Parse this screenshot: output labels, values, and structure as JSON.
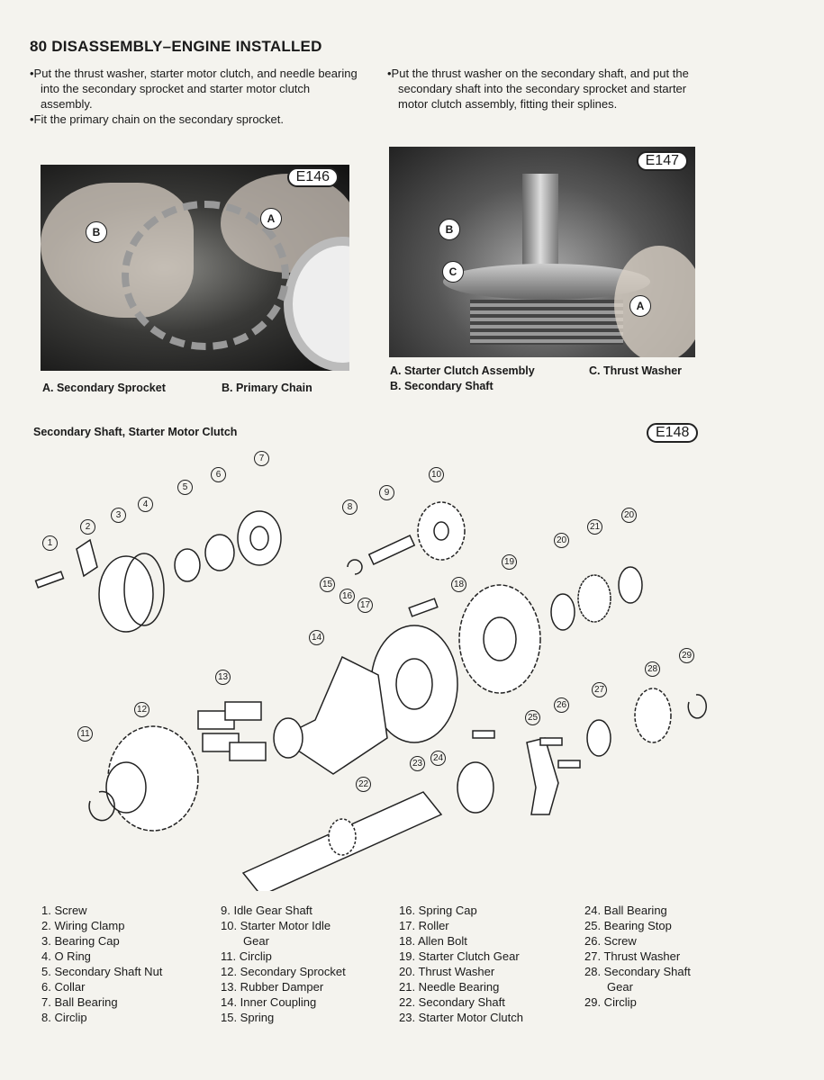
{
  "header": {
    "title": "80 DISASSEMBLY–ENGINE INSTALLED"
  },
  "instructions": {
    "left": [
      "•Put the thrust washer, starter motor clutch, and needle bearing into the secondary sprocket and starter motor clutch assembly.",
      "•Fit the primary chain on the secondary sprocket."
    ],
    "right": [
      "•Put the thrust washer on the secondary shaft, and put the secondary shaft into the secondary sprocket and starter motor clutch assembly, fitting their splines."
    ]
  },
  "figures": {
    "e146": {
      "id": "E146",
      "markers": [
        "A",
        "B"
      ],
      "captions": [
        "A. Secondary Sprocket",
        "B. Primary Chain"
      ]
    },
    "e147": {
      "id": "E147",
      "markers": [
        "A",
        "B",
        "C"
      ],
      "captions": [
        "A. Starter Clutch Assembly",
        "B. Secondary Shaft",
        "C. Thrust Washer"
      ]
    },
    "e148": {
      "id": "E148",
      "title": "Secondary Shaft, Starter Motor Clutch",
      "callouts": [
        "1",
        "2",
        "3",
        "4",
        "5",
        "6",
        "7",
        "8",
        "9",
        "10",
        "11",
        "12",
        "13",
        "14",
        "15",
        "16",
        "17",
        "18",
        "19",
        "20",
        "21",
        "20",
        "22",
        "23",
        "24",
        "25",
        "26",
        "27",
        "28",
        "29"
      ]
    }
  },
  "legend": {
    "col1": [
      "1. Screw",
      "2. Wiring Clamp",
      "3. Bearing Cap",
      "4. O Ring",
      "5. Secondary Shaft Nut",
      "6. Collar",
      "7. Ball Bearing",
      "8. Circlip"
    ],
    "col2": [
      "9. Idle Gear Shaft",
      "10. Starter Motor Idle",
      "Gear",
      "11. Circlip",
      "12. Secondary Sprocket",
      "13. Rubber Damper",
      "14. Inner Coupling",
      "15. Spring"
    ],
    "col3": [
      "16. Spring Cap",
      "17. Roller",
      "18. Allen Bolt",
      "19. Starter Clutch Gear",
      "20. Thrust Washer",
      "21. Needle Bearing",
      "22. Secondary Shaft",
      "23. Starter Motor Clutch"
    ],
    "col4": [
      "24. Ball Bearing",
      "25. Bearing Stop",
      "26. Screw",
      "27. Thrust Washer",
      "28. Secondary Shaft",
      "Gear",
      "29. Circlip"
    ]
  }
}
